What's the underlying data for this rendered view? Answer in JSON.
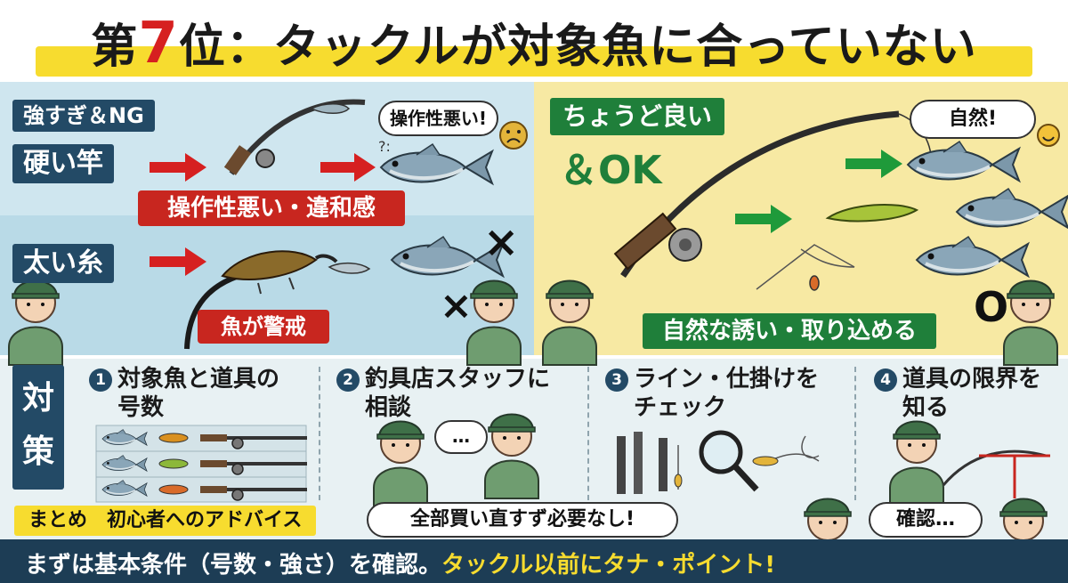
{
  "title": {
    "rank_prefix": "第",
    "rank_number": "7",
    "rank_suffix": "位：",
    "text": "タックルが対象魚に合っていない"
  },
  "ng_panel": {
    "heading": "強すぎ＆NG",
    "rod_label": "硬い竿",
    "rod_bubble": "操作性悪い!",
    "rod_result": "操作性悪い・違和感",
    "line_label": "太い糸",
    "line_result": "魚が警戒",
    "mark": "×"
  },
  "ok_panel": {
    "heading": "ちょうど良い",
    "ok_text": "＆OK",
    "bubble": "自然!",
    "result": "自然な誘い・取り込める",
    "mark": "O"
  },
  "countermeasures": {
    "label": "対策",
    "steps": [
      {
        "num": "1",
        "line1": "対象魚と道具の",
        "line2": "号数"
      },
      {
        "num": "2",
        "line1": "釣具店スタッフに",
        "line2": "相談"
      },
      {
        "num": "3",
        "line1": "ライン・仕掛けを",
        "line2": "チェック"
      },
      {
        "num": "4",
        "line1": "道具の限界を",
        "line2": "知る"
      }
    ],
    "talk_bubble": "…",
    "confirm_bubble": "確認…"
  },
  "summary": {
    "label": "まとめ　初心者へのアドバイス",
    "bubble": "全部買い直すず必要なし!",
    "text_main": "まずは基本条件（号数・強さ）を確認。",
    "text_highlight": "タックル以前にタナ・ポイント!"
  },
  "colors": {
    "accent_red": "#d62020",
    "ok_green": "#1f7f3a",
    "navy": "#234a66",
    "highlight_yellow": "#f7dc2f"
  }
}
